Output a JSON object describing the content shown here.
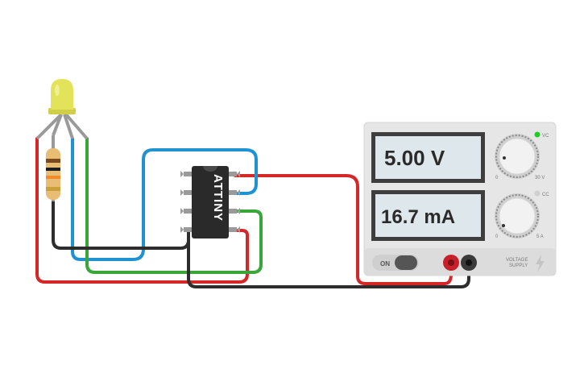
{
  "colors": {
    "wire_red": "#d62728",
    "wire_blue": "#1f93d1",
    "wire_green": "#3aa63a",
    "wire_black": "#2d2d2d",
    "led_yellow": "#e3e35a",
    "supply_body": "#e6e6e6",
    "lcd_bg": "#dde7ec",
    "indicator_on": "#22cc22",
    "indicator_off": "#cfcfcf"
  },
  "chip": {
    "label": "ATTINY"
  },
  "power_supply": {
    "voltage_display": "5.00 V",
    "current_display": "16.7 mA",
    "vc_label": "VC",
    "cc_label": "CC",
    "voltage_knob_min": "0",
    "voltage_knob_max": "30 V",
    "current_knob_min": "0",
    "current_knob_max": "5 A",
    "power_switch_label": "ON",
    "brand_line1": "VOLTAGE",
    "brand_line2": "SUPPLY",
    "icon": "lightning-icon"
  },
  "led": {
    "icon": "led-icon"
  },
  "resistor": {
    "icon": "resistor-icon"
  }
}
